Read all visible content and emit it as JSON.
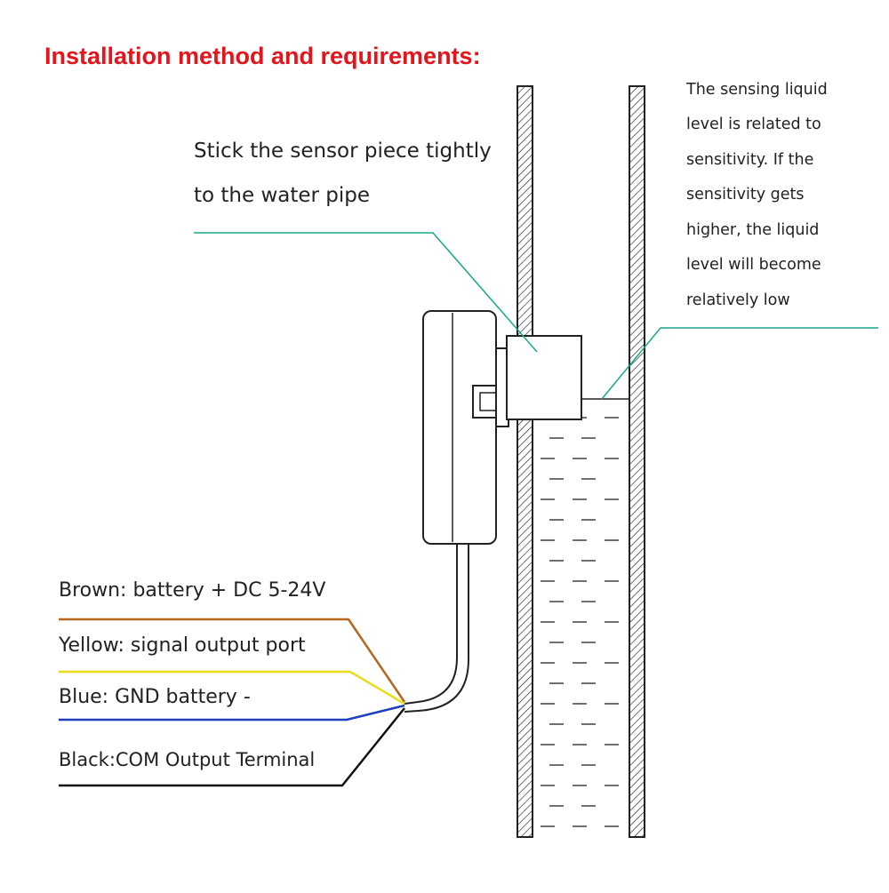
{
  "title": "Installation method and requirements:",
  "callouts": {
    "stick_line1": "Stick the sensor piece tightly",
    "stick_line2": "to the water pipe",
    "sensing_lines": [
      "The sensing liquid",
      "level is related to",
      "sensitivity. If the",
      "sensitivity gets",
      "higher, the liquid",
      "level will become",
      "relatively low"
    ]
  },
  "wires": [
    {
      "label": "Brown: battery + DC 5-24V",
      "color": "#b5651d"
    },
    {
      "label": "Yellow: signal output port",
      "color": "#e8dd1a"
    },
    {
      "label": "Blue: GND battery -",
      "color": "#1f3fbf"
    },
    {
      "label": "Black:COM Output Terminal",
      "color": "#111111"
    }
  ],
  "colors": {
    "title": "#e4141b",
    "leader": "#19a88a",
    "outline": "#222222"
  }
}
